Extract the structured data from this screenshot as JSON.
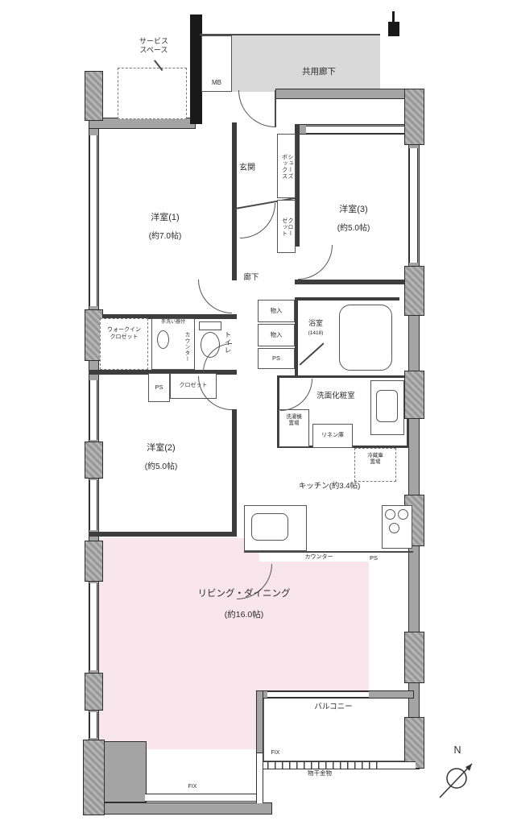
{
  "rooms": {
    "common_corridor": {
      "name": "共用廊下"
    },
    "entrance": {
      "name": "玄関"
    },
    "hallway": {
      "name": "廊下"
    },
    "room1": {
      "name": "洋室(1)",
      "size": "(約7.0帖)"
    },
    "room2": {
      "name": "洋室(2)",
      "size": "(約5.0帖)"
    },
    "room3": {
      "name": "洋室(3)",
      "size": "(約5.0帖)"
    },
    "living_dining": {
      "name": "リビング・ダイニング",
      "size": "(約16.0帖)"
    },
    "kitchen": {
      "name": "キッチン(約3.4帖)"
    },
    "bathroom": {
      "name": "浴室",
      "size": "(1418)"
    },
    "washroom": {
      "name": "洗面化粧室"
    },
    "toilet": {
      "name": "トイレ"
    },
    "walk_in_closet": {
      "name": "ウォークイン\nクロゼット"
    },
    "balcony": {
      "name": "バルコニー"
    }
  },
  "features": {
    "service_space": "サービス\nスペース",
    "meter_box": "MB",
    "shoes_box": "シューズ\nボックス",
    "closet_room3": "クロー\nゼット",
    "closet_room2": "クロゼット",
    "storage_a": "物入",
    "storage_b": "物入",
    "pipe_space_a": "PS",
    "pipe_space_b": "PS",
    "pipe_space_c": "PS",
    "counter_toilet": "カウンター",
    "hand_wash": "手洗い器付",
    "washer_place": "洗濯機\n置場",
    "linen_storage": "リネン庫",
    "fridge_place": "冷蔵庫\n置場",
    "counter_kitchen": "カウンター",
    "fix_window_a": "FIX",
    "fix_window_b": "FIX",
    "laundry_hardware": "物干金物",
    "compass_north": "N"
  },
  "colors": {
    "living_highlight": "#f9e6ec",
    "corridor_shade": "#d9d9d9",
    "outer_wall": "#a4a4a4"
  }
}
